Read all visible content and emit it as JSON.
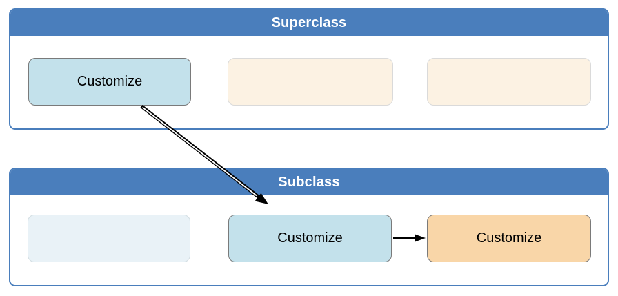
{
  "diagram": {
    "containers": [
      {
        "title": "Superclass",
        "boxes": [
          {
            "label": "Customize",
            "variant": "active-blue"
          },
          {
            "label": "",
            "variant": "empty-cream"
          },
          {
            "label": "",
            "variant": "empty-cream"
          }
        ]
      },
      {
        "title": "Subclass",
        "boxes": [
          {
            "label": "",
            "variant": "empty-pale-blue"
          },
          {
            "label": "Customize",
            "variant": "active-blue"
          },
          {
            "label": "Customize",
            "variant": "active-orange"
          }
        ]
      }
    ],
    "arrows": [
      {
        "name": "superclass-customize-to-subclass-customize",
        "type": "diagonal",
        "style": "black-with-white-core"
      },
      {
        "name": "subclass-customize-to-orange-customize",
        "type": "horizontal",
        "style": "solid-black"
      }
    ],
    "colors": {
      "frame_blue": "#4a7ebc",
      "header_text": "#ffffff",
      "active_box_blue": "#c3e1eb",
      "active_box_orange": "#f9d6a8",
      "empty_box_cream": "#fcf2e3",
      "empty_box_pale_blue": "#e9f2f7",
      "box_border_gray": "#7a7a7a",
      "arrow_black": "#000000"
    }
  }
}
